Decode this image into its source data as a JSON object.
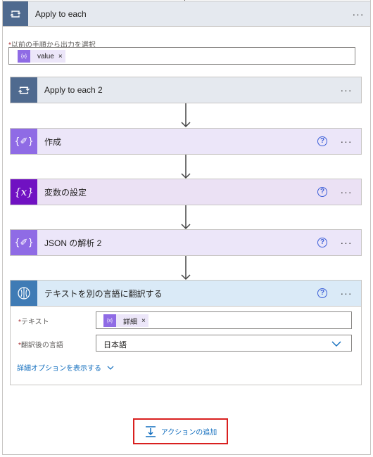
{
  "apply_each": {
    "title": "Apply to each",
    "more": "···",
    "field_label": "以前の手順から出力を選択",
    "field_required": "*",
    "token": {
      "icon": "{x}",
      "text": "value",
      "remove": "×"
    }
  },
  "steps": {
    "apply_each_2": {
      "title": "Apply to each 2",
      "more": "···"
    },
    "compose": {
      "title": "作成",
      "help": "?",
      "more": "···"
    },
    "set_variable": {
      "title": "変数の設定",
      "help": "?",
      "more": "···"
    },
    "parse_json": {
      "title": "JSON の解析 2",
      "help": "?",
      "more": "···"
    },
    "translate": {
      "title": "テキストを別の言語に翻訳する",
      "help": "?",
      "more": "···",
      "text_label": "テキスト",
      "text_required": "*",
      "text_token": {
        "icon": "{x}",
        "text": "詳細",
        "remove": "×"
      },
      "lang_label": "翻訳後の言語",
      "lang_required": "*",
      "lang_value": "日本語",
      "advanced_link": "詳細オプションを表示する"
    }
  },
  "add_action": {
    "label": "アクションの追加"
  },
  "colors": {
    "loop_header": "#4f6a8f",
    "loop_bg": "#e5e9ef",
    "compose_icon": "#8f6be5",
    "compose_bg": "#ece6f9",
    "variable_icon": "#7011c2",
    "variable_bg": "#ebe1f4",
    "translate_icon": "#3f7bb5",
    "translate_bg": "#daeaf7",
    "highlight": "#d9201f",
    "link": "#0f6cbd"
  }
}
